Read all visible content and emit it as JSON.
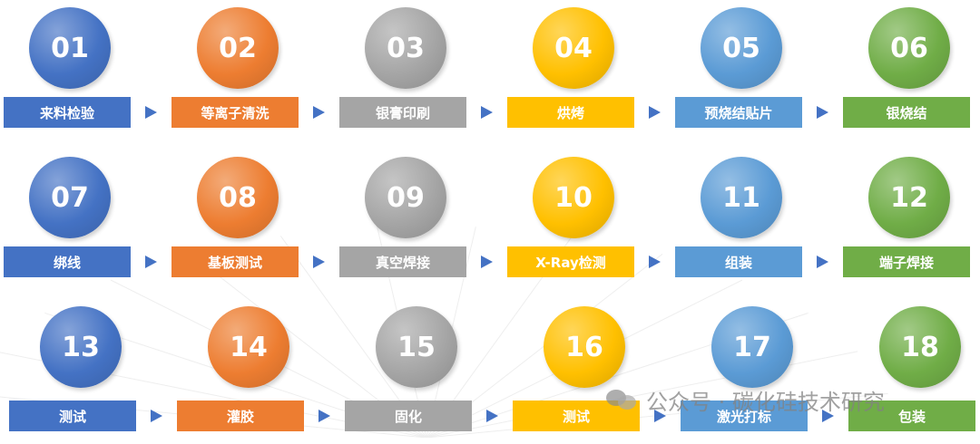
{
  "colors": {
    "blue": "#4472c4",
    "orange": "#ed7d31",
    "gray": "#a5a5a5",
    "yellow": "#ffc000",
    "lightblue": "#5b9bd5",
    "green": "#70ad47",
    "arrow": "#4472c4"
  },
  "steps": [
    {
      "number": "01",
      "label": "来料检验",
      "color": "blue"
    },
    {
      "number": "02",
      "label": "等离子清洗",
      "color": "orange"
    },
    {
      "number": "03",
      "label": "银膏印刷",
      "color": "gray"
    },
    {
      "number": "04",
      "label": "烘烤",
      "color": "yellow"
    },
    {
      "number": "05",
      "label": "预烧结贴片",
      "color": "lightblue"
    },
    {
      "number": "06",
      "label": "银烧结",
      "color": "green"
    },
    {
      "number": "07",
      "label": "绑线",
      "color": "blue"
    },
    {
      "number": "08",
      "label": "基板测试",
      "color": "orange"
    },
    {
      "number": "09",
      "label": "真空焊接",
      "color": "gray"
    },
    {
      "number": "10",
      "label": "X-Ray检测",
      "color": "yellow"
    },
    {
      "number": "11",
      "label": "组装",
      "color": "lightblue"
    },
    {
      "number": "12",
      "label": "端子焊接",
      "color": "green"
    },
    {
      "number": "13",
      "label": "测试",
      "color": "blue"
    },
    {
      "number": "14",
      "label": "灌胶",
      "color": "orange"
    },
    {
      "number": "15",
      "label": "固化",
      "color": "gray"
    },
    {
      "number": "16",
      "label": "测试",
      "color": "yellow"
    },
    {
      "number": "17",
      "label": "激光打标",
      "color": "lightblue"
    },
    {
      "number": "18",
      "label": "包装",
      "color": "green"
    }
  ],
  "watermark": {
    "icon": "wechat-icon",
    "text": "公众号 · 碳化硅技术研究"
  }
}
